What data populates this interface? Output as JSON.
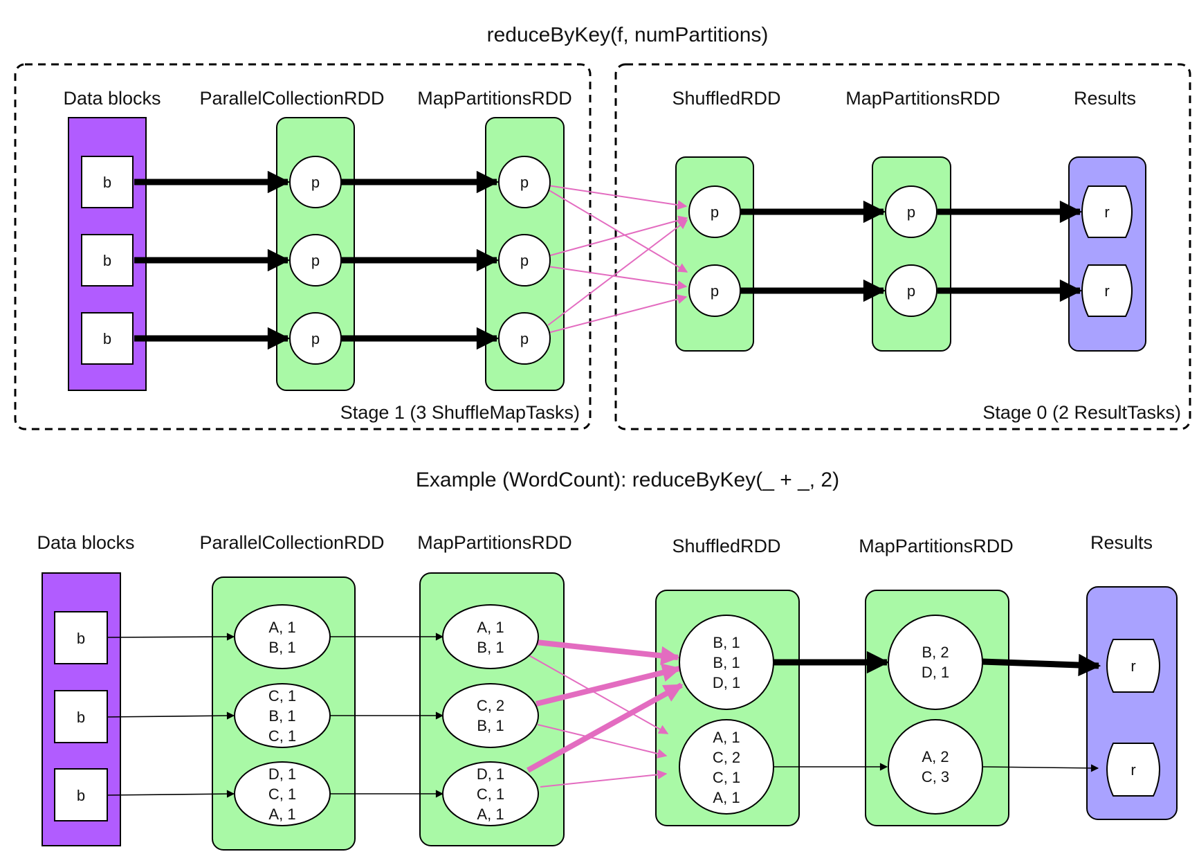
{
  "colors": {
    "data_block_fill": "#b15cff",
    "rdd_fill": "#a9f9a6",
    "results_fill": "#a9a2ff",
    "shuffle_edge": "#e36cc0",
    "narrow_edge": "#000000"
  },
  "top": {
    "title": "reduceByKey(f, numPartitions)",
    "stage1_label": "Stage 1 (3 ShuffleMapTasks)",
    "stage0_label": "Stage 0 (2 ResultTasks)",
    "columns": {
      "data_blocks": "Data blocks",
      "parallel_collection": "ParallelCollectionRDD",
      "map_partitions_1": "MapPartitionsRDD",
      "shuffled": "ShuffledRDD",
      "map_partitions_2": "MapPartitionsRDD",
      "results": "Results"
    },
    "block_label": "b",
    "partition_label": "p",
    "result_label": "r"
  },
  "bottom": {
    "title": "Example (WordCount): reduceByKey(_ + _, 2)",
    "columns": {
      "data_blocks": "Data blocks",
      "parallel_collection": "ParallelCollectionRDD",
      "map_partitions_1": "MapPartitionsRDD",
      "shuffled": "ShuffledRDD",
      "map_partitions_2": "MapPartitionsRDD",
      "results": "Results"
    },
    "block_label": "b",
    "result_label": "r",
    "parallel_collection_partitions": [
      [
        "A, 1",
        "B, 1"
      ],
      [
        "C, 1",
        "B, 1",
        "C, 1"
      ],
      [
        "D, 1",
        "C, 1",
        "A, 1"
      ]
    ],
    "map_partitions_1_partitions": [
      [
        "A, 1",
        "B, 1"
      ],
      [
        "C, 2",
        "B, 1"
      ],
      [
        "D, 1",
        "C, 1",
        "A, 1"
      ]
    ],
    "shuffled_partitions": [
      [
        "B, 1",
        "B, 1",
        "D, 1"
      ],
      [
        "A, 1",
        "C, 2",
        "C, 1",
        "A, 1"
      ]
    ],
    "map_partitions_2_partitions": [
      [
        "B, 2",
        "D, 1"
      ],
      [
        "A, 2",
        "C, 3"
      ]
    ]
  }
}
